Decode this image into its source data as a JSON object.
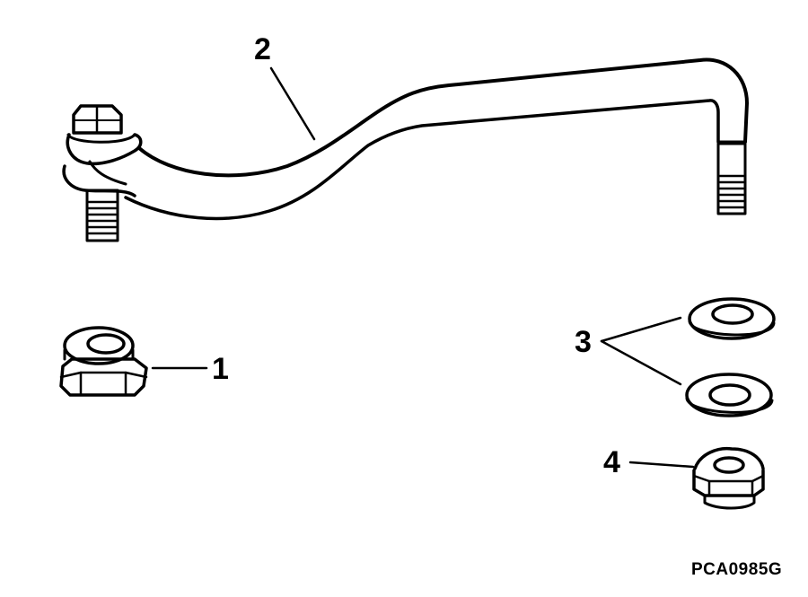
{
  "diagram": {
    "type": "exploded parts illustration",
    "figure_id": "PCA0985G",
    "parts": [
      {
        "callout": "1",
        "description": "hex lock nut (flanged)"
      },
      {
        "callout": "2",
        "description": "link rod / tie bar with bolt end and threaded stud end"
      },
      {
        "callout": "3",
        "description": "flat washers (two)"
      },
      {
        "callout": "4",
        "description": "hex lock nut"
      }
    ],
    "colors": {
      "line": "#000000",
      "background": "#ffffff"
    }
  }
}
